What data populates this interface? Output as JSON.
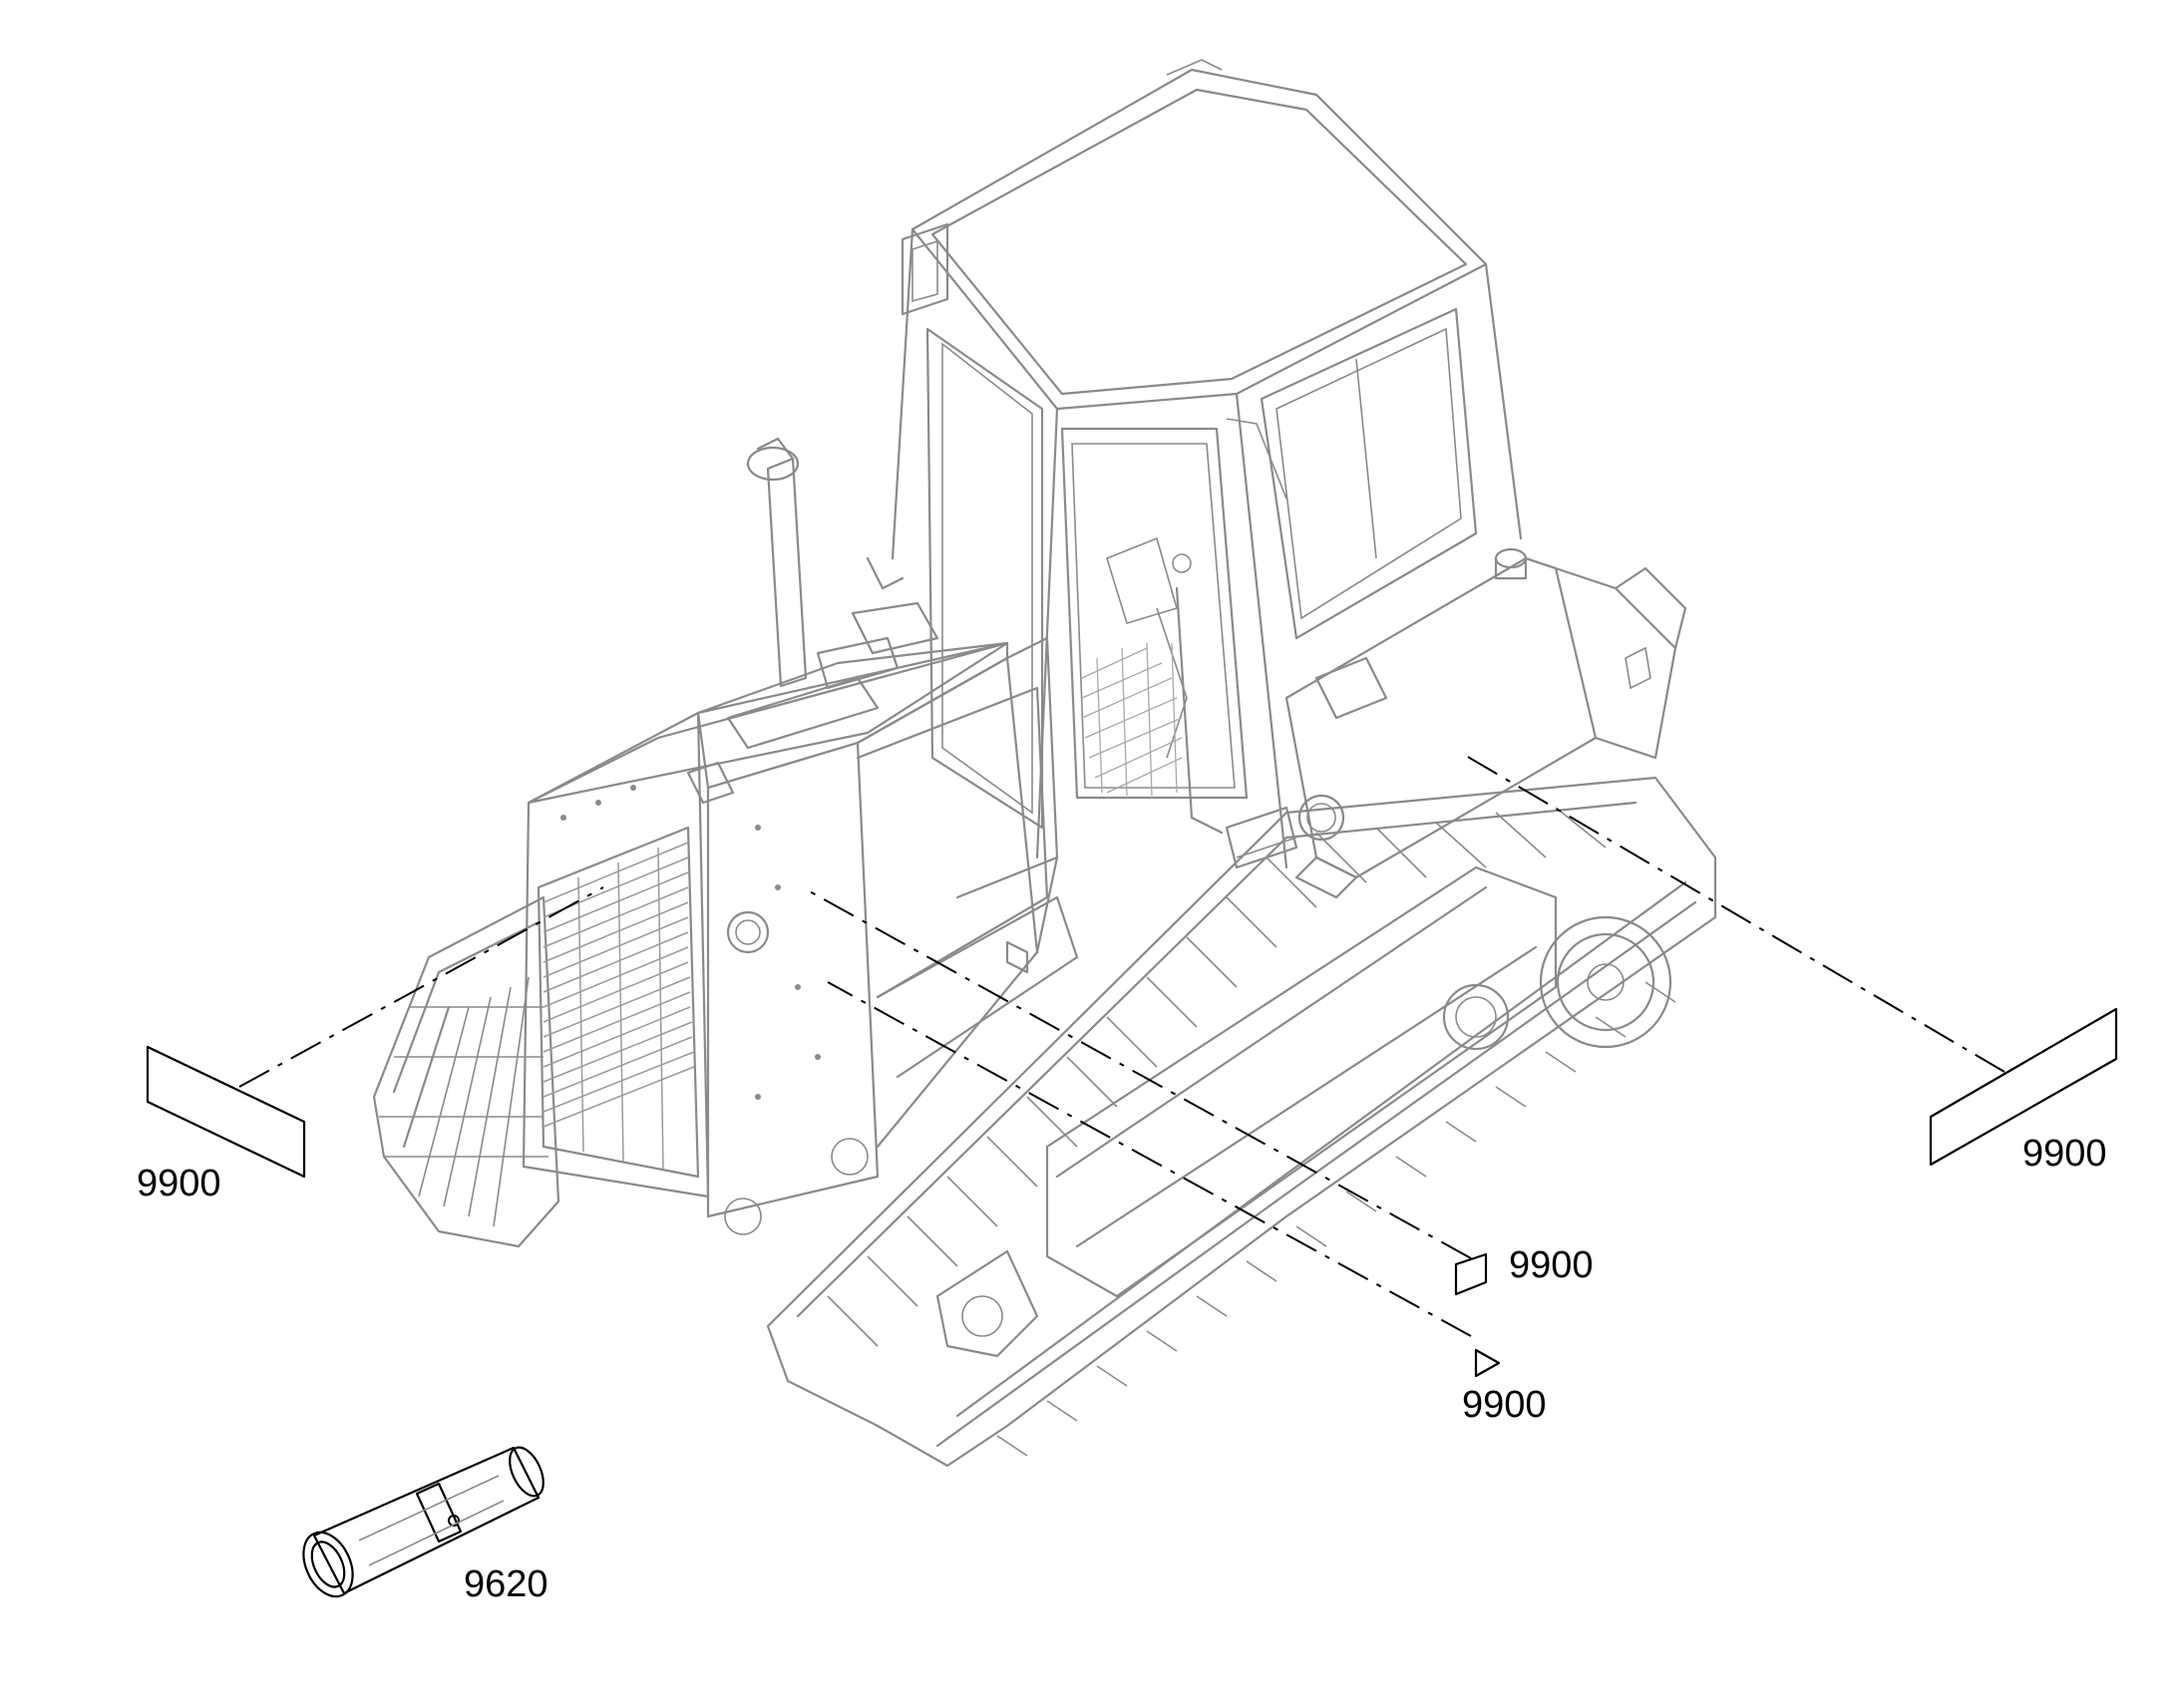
{
  "callouts": [
    {
      "id": "decal-front-left",
      "label": "9900"
    },
    {
      "id": "decal-right-side",
      "label": "9900"
    },
    {
      "id": "decal-small-parallelogram",
      "label": "9900"
    },
    {
      "id": "decal-small-triangle",
      "label": "9900"
    },
    {
      "id": "document-roll",
      "label": "9620"
    }
  ],
  "colors": {
    "machine_lines": "#8a8a8a",
    "callout_parts": "#000000",
    "background": "#ffffff"
  }
}
